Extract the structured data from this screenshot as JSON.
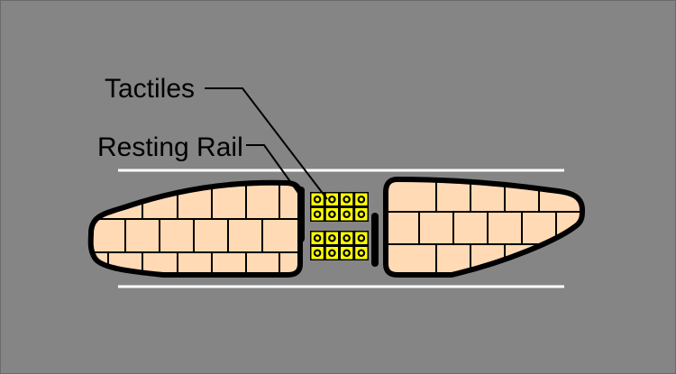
{
  "labels": {
    "tactiles": "Tactiles",
    "resting_rail": "Resting Rail"
  },
  "colors": {
    "background": "#858585",
    "island_fill": "#FFDAB4",
    "tactile_fill": "#FFFF00",
    "outline": "#000000",
    "lane_line": "#FFFFFF"
  },
  "tactile_grid": {
    "blocks": 2,
    "rows_per_block": 2,
    "cols": 4
  }
}
